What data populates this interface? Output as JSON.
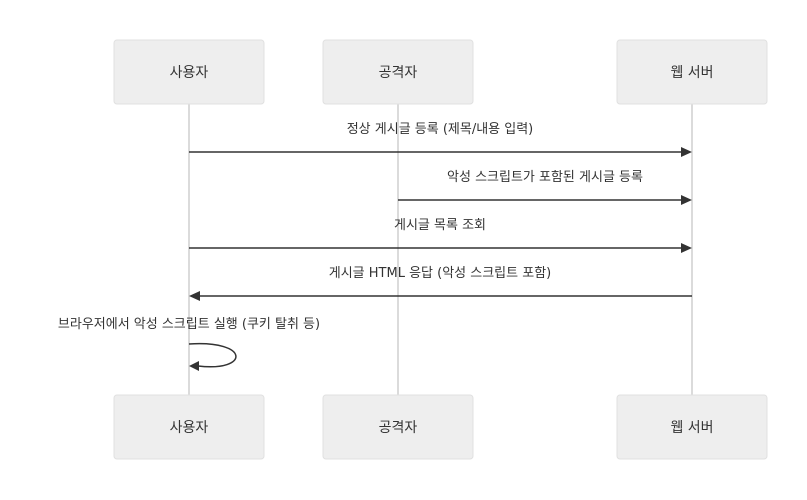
{
  "participants": [
    {
      "id": "user",
      "label": "사용자"
    },
    {
      "id": "attacker",
      "label": "공격자"
    },
    {
      "id": "server",
      "label": "웹 서버"
    }
  ],
  "messages": [
    {
      "from": "user",
      "to": "server",
      "label": "정상 게시글 등록 (제목/내용 입력)"
    },
    {
      "from": "attacker",
      "to": "server",
      "label": "악성 스크립트가 포함된 게시글 등록"
    },
    {
      "from": "user",
      "to": "server",
      "label": "게시글 목록 조회"
    },
    {
      "from": "server",
      "to": "user",
      "label": "게시글 HTML 응답 (악성 스크립트 포함)"
    },
    {
      "from": "user",
      "to": "user",
      "label": "브라우저에서 악성 스크립트 실행 (쿠키 탈취 등)"
    }
  ]
}
